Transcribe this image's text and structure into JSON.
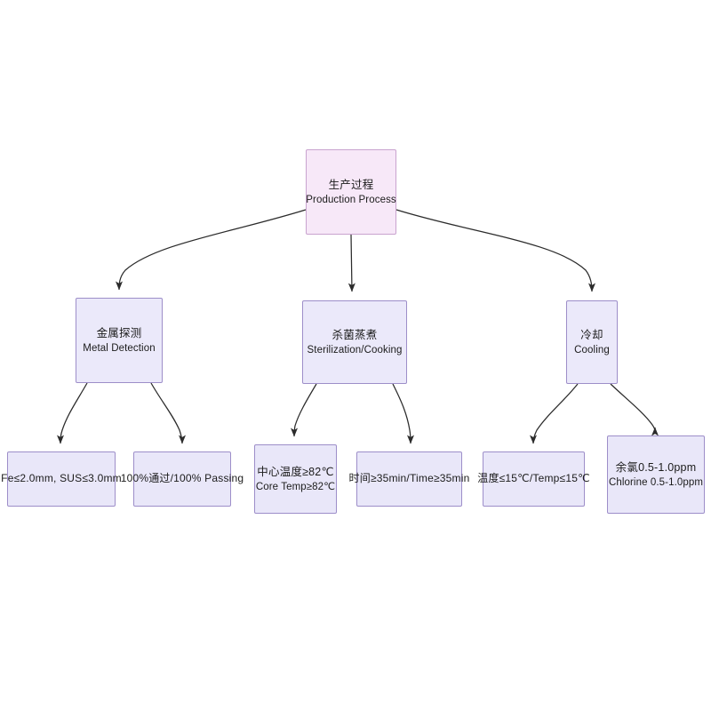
{
  "diagram": {
    "type": "flowchart",
    "direction": "top-down",
    "background_color": "#ffffff",
    "edge_color": "#333333",
    "colors": {
      "root_fill": "#f7e8f8",
      "root_border": "#c9a3cf",
      "stage_fill": "#ebe9fa",
      "leaf_fill": "#e9e7f9",
      "node_border": "#9d8ec9",
      "text": "#1b1b1b"
    },
    "nodes": {
      "root": {
        "cn": "生产过程",
        "en": "Production Process"
      },
      "metal_detection": {
        "cn": "金属探测",
        "en": "Metal Detection"
      },
      "sterilization": {
        "cn": "杀菌蒸煮",
        "en": "Sterilization/Cooking"
      },
      "cooling": {
        "cn": "冷却",
        "en": "Cooling"
      },
      "fe_sus": {
        "cn": "Fe≤2.0mm, SUS≤3.0mm"
      },
      "passing": {
        "cn": "100%通过/100% Passing"
      },
      "core_temp": {
        "cn": "中心温度≥82℃",
        "en": "Core Temp≥82℃"
      },
      "time": {
        "cn": "时间≥35min/Time≥35min"
      },
      "temp15": {
        "cn": "温度≤15℃/Temp≤15℃"
      },
      "chlorine": {
        "cn": "余氯0.5-1.0ppm",
        "en": "Chlorine 0.5-1.0ppm"
      }
    },
    "edges": [
      {
        "from": "root",
        "to": "metal_detection"
      },
      {
        "from": "root",
        "to": "sterilization"
      },
      {
        "from": "root",
        "to": "cooling"
      },
      {
        "from": "metal_detection",
        "to": "fe_sus"
      },
      {
        "from": "metal_detection",
        "to": "passing"
      },
      {
        "from": "sterilization",
        "to": "core_temp"
      },
      {
        "from": "sterilization",
        "to": "time"
      },
      {
        "from": "cooling",
        "to": "temp15"
      },
      {
        "from": "cooling",
        "to": "chlorine"
      }
    ]
  }
}
